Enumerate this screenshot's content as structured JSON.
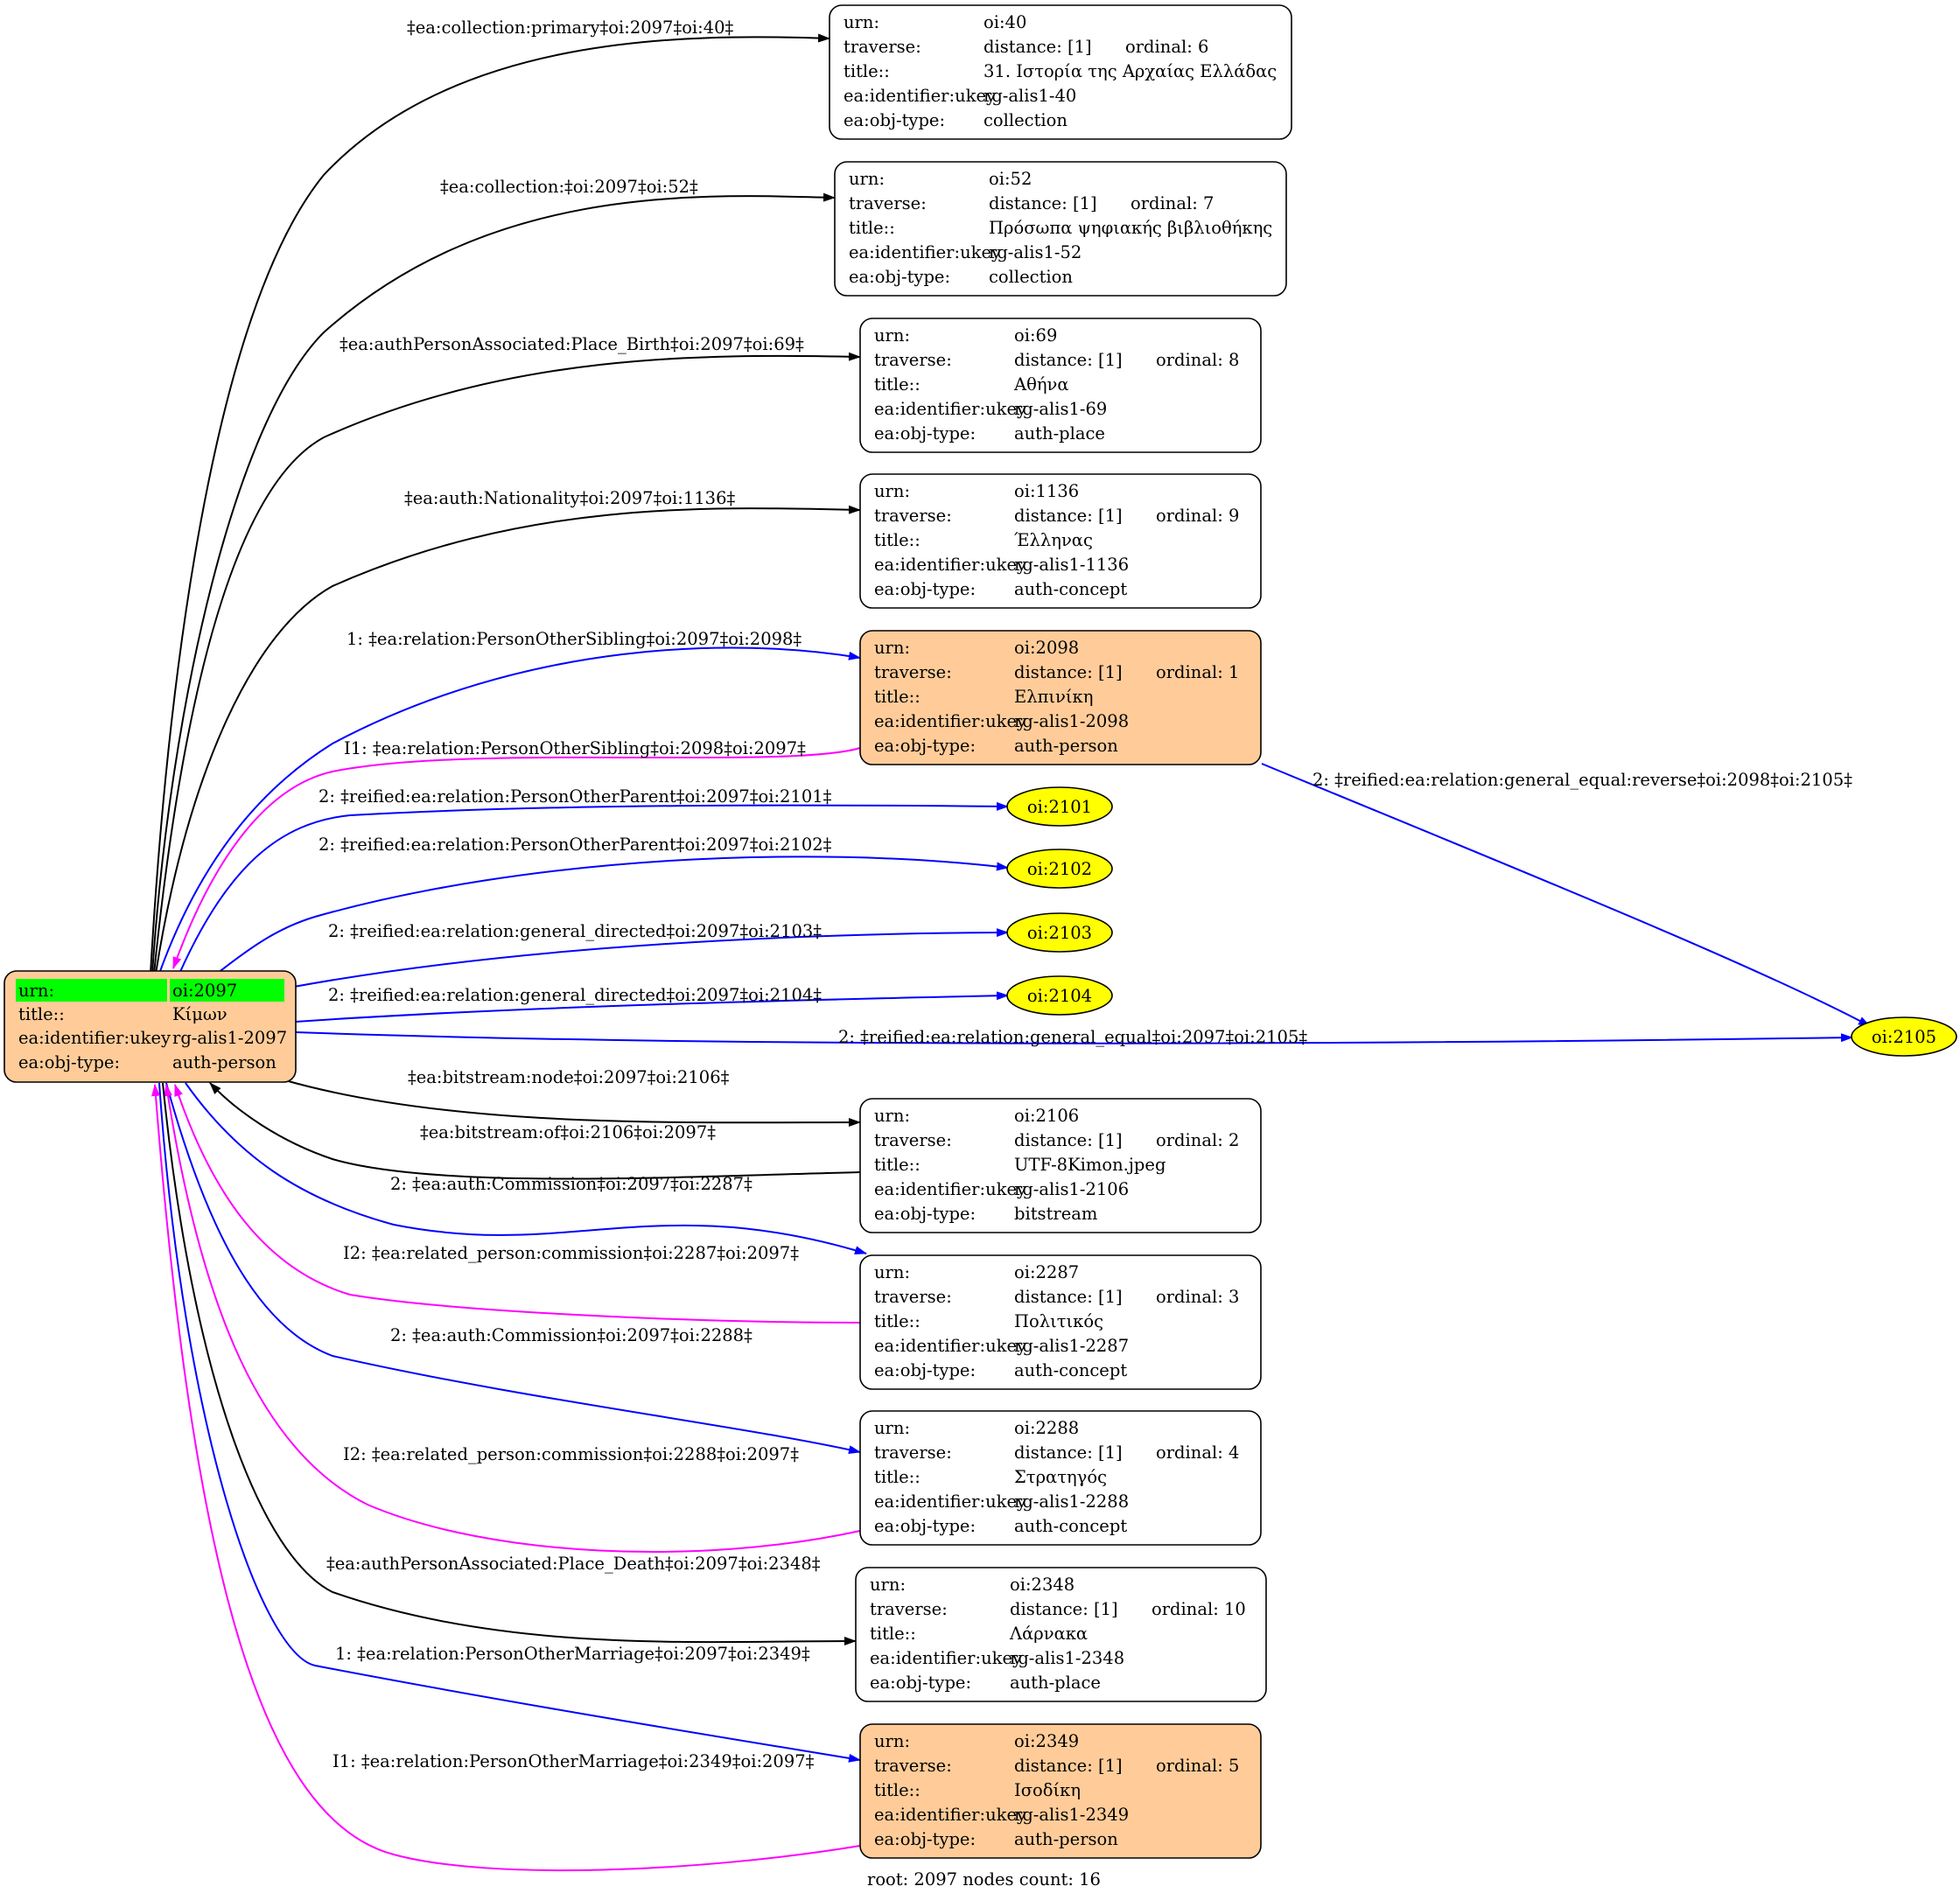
{
  "caption": "root: 2097 nodes count: 16",
  "colors": {
    "black_edge": "#000000",
    "blue_edge": "#0000ff",
    "magenta_edge": "#ff00ff",
    "person_fill": "#ffcc99",
    "urn_highlight": "#00ff00",
    "oi_fill": "#ffff00",
    "plain_fill": "#ffffff"
  },
  "root": {
    "urn_label": "urn:",
    "urn": "oi:2097",
    "title_label": "title::",
    "title": "Κίμων",
    "ukey_label": "ea:identifier:ukey",
    "ukey": "rg-alis1-2097",
    "type_label": "ea:obj-type:",
    "type": "auth-person"
  },
  "records": [
    {
      "urn": "oi:40",
      "distance": "distance: [1]",
      "ordinal": "ordinal: 6",
      "title": "31. Ιστορία της Αρχαίας Ελλάδας",
      "ukey": "rg-alis1-40",
      "type": "collection",
      "kind": "plain"
    },
    {
      "urn": "oi:52",
      "distance": "distance: [1]",
      "ordinal": "ordinal: 7",
      "title": "Πρόσωπα ψηφιακής βιβλιοθήκης",
      "ukey": "rg-alis1-52",
      "type": "collection",
      "kind": "plain"
    },
    {
      "urn": "oi:69",
      "distance": "distance: [1]",
      "ordinal": "ordinal: 8",
      "title": "Αθήνα",
      "ukey": "rg-alis1-69",
      "type": "auth-place",
      "kind": "plain"
    },
    {
      "urn": "oi:1136",
      "distance": "distance: [1]",
      "ordinal": "ordinal: 9",
      "title": "Έλληνας",
      "ukey": "rg-alis1-1136",
      "type": "auth-concept",
      "kind": "plain"
    },
    {
      "urn": "oi:2098",
      "distance": "distance: [1]",
      "ordinal": "ordinal: 1",
      "title": "Ελπινίκη",
      "ukey": "rg-alis1-2098",
      "type": "auth-person",
      "kind": "person"
    },
    {
      "urn": "oi:2106",
      "distance": "distance: [1]",
      "ordinal": "ordinal: 2",
      "title": "UTF-8Kimon.jpeg",
      "ukey": "rg-alis1-2106",
      "type": "bitstream",
      "kind": "plain"
    },
    {
      "urn": "oi:2287",
      "distance": "distance: [1]",
      "ordinal": "ordinal: 3",
      "title": "Πολιτικός",
      "ukey": "rg-alis1-2287",
      "type": "auth-concept",
      "kind": "plain"
    },
    {
      "urn": "oi:2288",
      "distance": "distance: [1]",
      "ordinal": "ordinal: 4",
      "title": "Στρατηγός",
      "ukey": "rg-alis1-2288",
      "type": "auth-concept",
      "kind": "plain"
    },
    {
      "urn": "oi:2348",
      "distance": "distance: [1]",
      "ordinal": "ordinal: 10",
      "title": "Λάρνακα",
      "ukey": "rg-alis1-2348",
      "type": "auth-place",
      "kind": "plain"
    },
    {
      "urn": "oi:2349",
      "distance": "distance: [1]",
      "ordinal": "ordinal: 5",
      "title": "Ισοδίκη",
      "ukey": "rg-alis1-2349",
      "type": "auth-person",
      "kind": "person"
    }
  ],
  "record_labels": {
    "urn": "urn:",
    "traverse": "traverse:",
    "title": "title::",
    "ukey": "ea:identifier:ukey",
    "type": "ea:obj-type:"
  },
  "ellipses": [
    "oi:2101",
    "oi:2102",
    "oi:2103",
    "oi:2104",
    "oi:2105"
  ],
  "edges": [
    {
      "label": "‡ea:collection:primary‡oi:2097‡oi:40‡",
      "color": "black"
    },
    {
      "label": "‡ea:collection:‡oi:2097‡oi:52‡",
      "color": "black"
    },
    {
      "label": "‡ea:authPersonAssociated:Place_Birth‡oi:2097‡oi:69‡",
      "color": "black"
    },
    {
      "label": "‡ea:auth:Nationality‡oi:2097‡oi:1136‡",
      "color": "black"
    },
    {
      "label": "1: ‡ea:relation:PersonOtherSibling‡oi:2097‡oi:2098‡",
      "color": "blue"
    },
    {
      "label": "I1: ‡ea:relation:PersonOtherSibling‡oi:2098‡oi:2097‡",
      "color": "magenta"
    },
    {
      "label": "2: ‡reified:ea:relation:PersonOtherParent‡oi:2097‡oi:2101‡",
      "color": "blue"
    },
    {
      "label": "2: ‡reified:ea:relation:PersonOtherParent‡oi:2097‡oi:2102‡",
      "color": "blue"
    },
    {
      "label": "2: ‡reified:ea:relation:general_directed‡oi:2097‡oi:2103‡",
      "color": "blue"
    },
    {
      "label": "2: ‡reified:ea:relation:general_directed‡oi:2097‡oi:2104‡",
      "color": "blue"
    },
    {
      "label": "2: ‡reified:ea:relation:general_equal‡oi:2097‡oi:2105‡",
      "color": "blue"
    },
    {
      "label": "2: ‡reified:ea:relation:general_equal:reverse‡oi:2098‡oi:2105‡",
      "color": "blue"
    },
    {
      "label": "‡ea:bitstream:node‡oi:2097‡oi:2106‡",
      "color": "black"
    },
    {
      "label": "‡ea:bitstream:of‡oi:2106‡oi:2097‡",
      "color": "black"
    },
    {
      "label": "2: ‡ea:auth:Commission‡oi:2097‡oi:2287‡",
      "color": "blue"
    },
    {
      "label": "I2: ‡ea:related_person:commission‡oi:2287‡oi:2097‡",
      "color": "magenta"
    },
    {
      "label": "2: ‡ea:auth:Commission‡oi:2097‡oi:2288‡",
      "color": "blue"
    },
    {
      "label": "I2: ‡ea:related_person:commission‡oi:2288‡oi:2097‡",
      "color": "magenta"
    },
    {
      "label": "‡ea:authPersonAssociated:Place_Death‡oi:2097‡oi:2348‡",
      "color": "black"
    },
    {
      "label": "1: ‡ea:relation:PersonOtherMarriage‡oi:2097‡oi:2349‡",
      "color": "blue"
    },
    {
      "label": "I1: ‡ea:relation:PersonOtherMarriage‡oi:2349‡oi:2097‡",
      "color": "magenta"
    }
  ]
}
